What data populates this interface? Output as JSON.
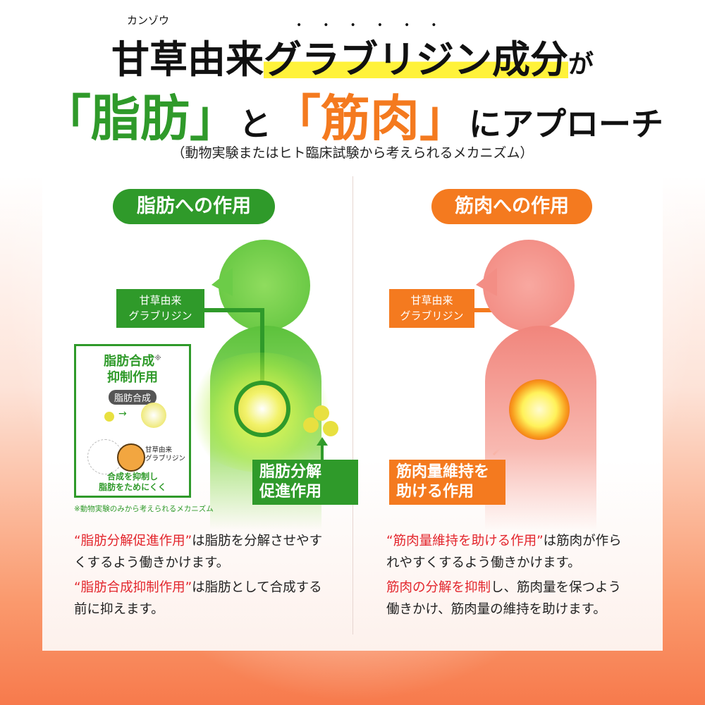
{
  "header": {
    "ruby": "カンゾウ",
    "line1_a": "甘草由来",
    "line1_b": "グラブリジン成分",
    "line1_c": "が",
    "dots": "••••••",
    "line2_open1": "「",
    "line2_fat": "脂肪",
    "line2_close1": "」",
    "line2_to": "と",
    "line2_open2": "「",
    "line2_muscle": "筋肉",
    "line2_close2": "」",
    "line2_rest": "にアプローチ",
    "subtitle": "（動物実験またはヒト臨床試験から考えられるメカニズム）"
  },
  "fat": {
    "title": "脂肪への作用",
    "source_label_1": "甘草由来",
    "source_label_2": "グラブリジン",
    "inset_title_1": "脂肪合成",
    "inset_mark": "※",
    "inset_title_2": "抑制作用",
    "inset_bubble": "脂肪合成",
    "inset_char_1": "甘草由来",
    "inset_char_2": "グラブリジン",
    "inset_caption_1": "合成を抑制し",
    "inset_caption_2": "脂肪をためにくく",
    "note": "※動物実験のみから考えられるメカニズム",
    "action_1": "脂肪分解",
    "action_2": "促進作用",
    "p1_red": "“脂肪分解促進作用”",
    "p1_rest": "は脂肪を分解させやすくするよう働きかけます。",
    "p2_red": "“脂肪合成抑制作用”",
    "p2_rest": "は脂肪として合成する前に抑えます。"
  },
  "muscle": {
    "title": "筋肉への作用",
    "source_label_1": "甘草由来",
    "source_label_2": "グラブリジン",
    "action_1": "筋肉量維持を",
    "action_2": "助ける作用",
    "p1_red": "“筋肉量維持を助ける作用”",
    "p1_rest": "は筋肉が作られやすくするよう働きかけます。",
    "p2_red": "筋肉の分解を抑制",
    "p2_rest": "し、筋肉量を保つよう働きかけ、筋肉量の維持を助けます。"
  },
  "colors": {
    "green": "#2f9a2a",
    "orange": "#f47a1f",
    "red": "#e3262d"
  }
}
